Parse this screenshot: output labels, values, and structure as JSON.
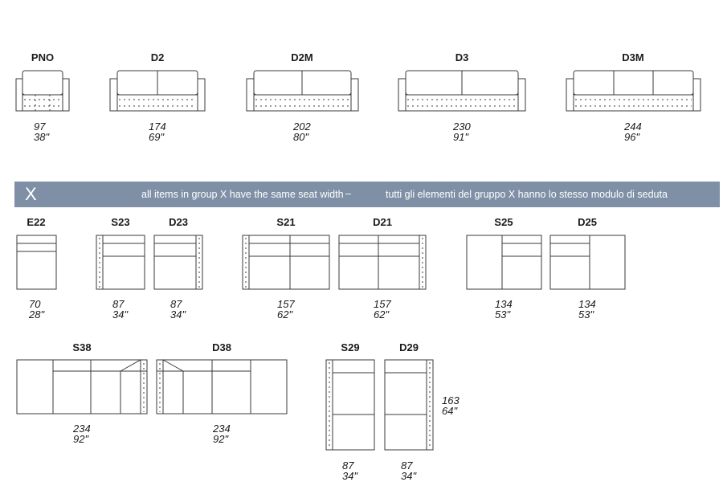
{
  "row1": [
    {
      "code": "PNO",
      "cm": "97",
      "inch": "38\""
    },
    {
      "code": "D2",
      "cm": "174",
      "inch": "69\""
    },
    {
      "code": "D2M",
      "cm": "202",
      "inch": "80\""
    },
    {
      "code": "D3",
      "cm": "230",
      "inch": "91\""
    },
    {
      "code": "D3M",
      "cm": "244",
      "inch": "96\""
    }
  ],
  "banner": {
    "letter": "X",
    "text_en": "all items in group X have the same seat width",
    "separator": "–",
    "text_it": "tutti gli elementi del gruppo X hanno lo stesso modulo di seduta"
  },
  "row2": [
    {
      "code": "E22",
      "cm": "70",
      "inch": "28\""
    },
    {
      "code": "S23",
      "cm": "87",
      "inch": "34\""
    },
    {
      "code": "D23",
      "cm": "87",
      "inch": "34\""
    },
    {
      "code": "S21",
      "cm": "157",
      "inch": "62\""
    },
    {
      "code": "D21",
      "cm": "157",
      "inch": "62\""
    },
    {
      "code": "S25",
      "cm": "134",
      "inch": "53\""
    },
    {
      "code": "D25",
      "cm": "134",
      "inch": "53\""
    }
  ],
  "row3": [
    {
      "code": "S38",
      "cm": "234",
      "inch": "92\""
    },
    {
      "code": "D38",
      "cm": "234",
      "inch": "92\""
    },
    {
      "code": "S29",
      "cm": "87",
      "inch": "34\""
    },
    {
      "code": "D29",
      "cm": "87",
      "inch": "34\""
    }
  ],
  "depth": {
    "cm": "163",
    "inch": "64\""
  }
}
